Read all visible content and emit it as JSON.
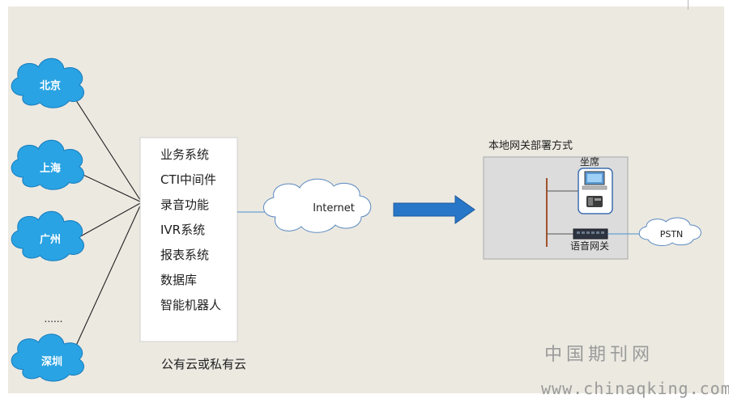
{
  "cities": {
    "beijing": "北京",
    "shanghai": "上海",
    "guangzhou": "广州",
    "ellipsis": "......",
    "shenzhen": "深圳"
  },
  "cloud_box": {
    "items": [
      "业务系统",
      "CTI中间件",
      "录音功能",
      "IVR系统",
      "报表系统",
      "数据库",
      "智能机器人"
    ],
    "caption": "公有云或私有云"
  },
  "internet": "Internet",
  "local": {
    "title": "本地网关部署方式",
    "agent_label": "坐席",
    "gateway_label": "语音网关"
  },
  "pstn": "PSTN",
  "watermark": {
    "title": "中国期刊网",
    "url": "www.chinaqking.com"
  },
  "colors": {
    "city_cloud": "#29a3e3",
    "arrow": "#2876c8",
    "local_panel": "#dcdcdc"
  },
  "icons": [
    "computer-icon",
    "phone-icon",
    "gateway-device-icon",
    "server-pole-icon"
  ]
}
